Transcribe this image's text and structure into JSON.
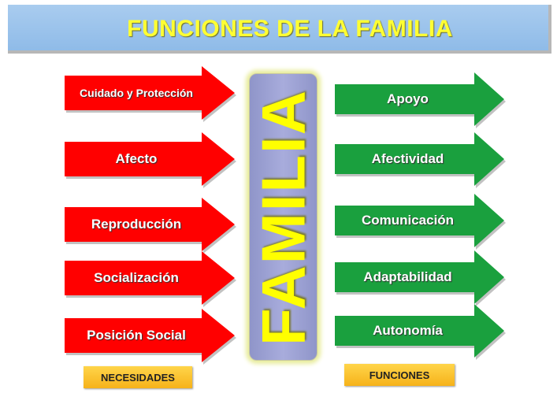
{
  "title": "FUNCIONES DE LA FAMILIA",
  "center_label": "FAMILIA",
  "left_arrows": [
    {
      "label": "Cuidado  y Protección"
    },
    {
      "label": "Afecto"
    },
    {
      "label": "Reproducción"
    },
    {
      "label": "Socialización"
    },
    {
      "label": "Posición Social"
    }
  ],
  "right_arrows": [
    {
      "label": "Apoyo"
    },
    {
      "label": "Afectividad"
    },
    {
      "label": "Comunicación"
    },
    {
      "label": "Adaptabilidad"
    },
    {
      "label": "Autonomía"
    }
  ],
  "left_tag": "NECESIDADES",
  "right_tag": "FUNCIONES",
  "colors": {
    "left_arrow": "#ff0000",
    "right_arrow": "#1aa03e",
    "title": "#ffff33",
    "center_text": "#ffff00"
  }
}
